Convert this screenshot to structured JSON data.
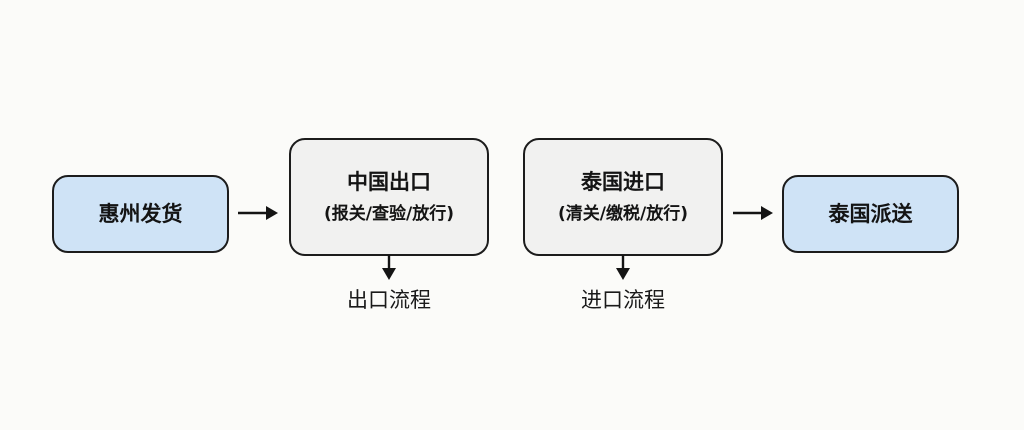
{
  "diagram": {
    "type": "flowchart",
    "direction": "left-to-right",
    "nodes": [
      {
        "id": "n1",
        "title": "惠州发货",
        "subtitle": "",
        "style": "blue"
      },
      {
        "id": "n2",
        "title": "中国出口",
        "subtitle": "(报关/查验/放行)",
        "style": "gray"
      },
      {
        "id": "n3",
        "title": "泰国进口",
        "subtitle": "(清关/缴税/放行)",
        "style": "gray"
      },
      {
        "id": "n4",
        "title": "泰国派送",
        "subtitle": "",
        "style": "blue"
      }
    ],
    "edges": [
      {
        "from": "n1",
        "to": "n2",
        "arrow": "→"
      },
      {
        "from": "n3",
        "to": "n4",
        "arrow": "→"
      }
    ],
    "annotations": [
      {
        "attached_to": "n2",
        "direction": "down",
        "label": "出口流程"
      },
      {
        "attached_to": "n3",
        "direction": "down",
        "label": "进口流程"
      }
    ],
    "colors": {
      "blue_fill": "#cfe3f6",
      "gray_fill": "#f1f1f0",
      "stroke": "#1c1c1c",
      "background": "#fbfbf9"
    }
  }
}
